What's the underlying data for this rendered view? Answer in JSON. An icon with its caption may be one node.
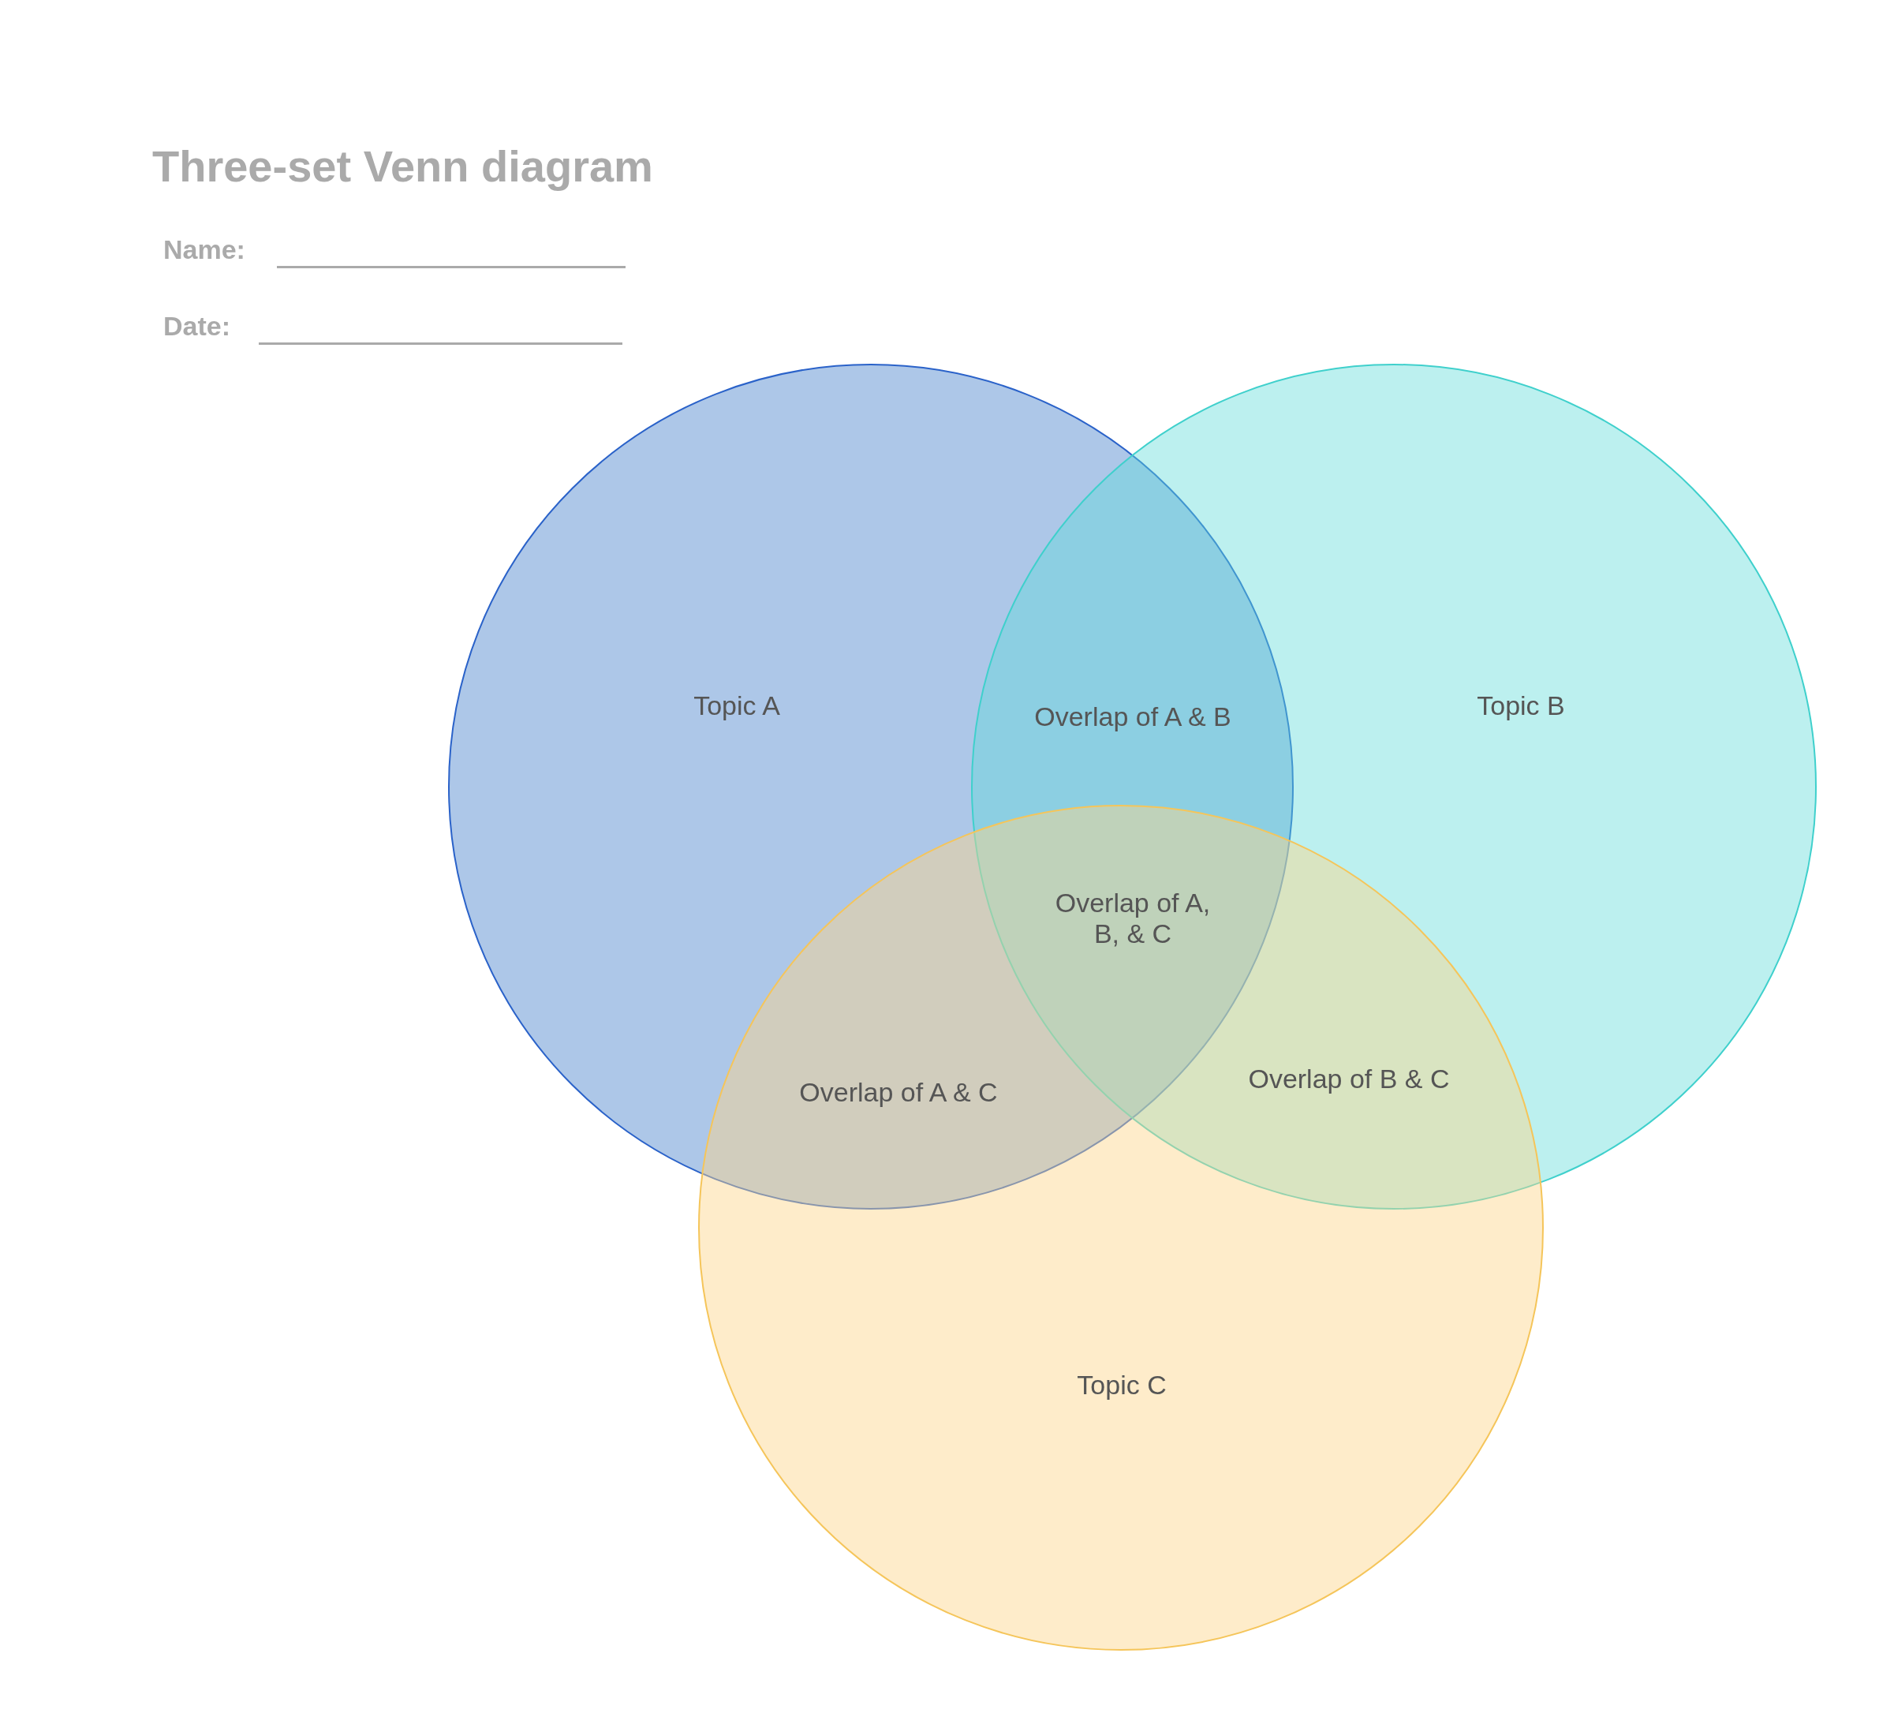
{
  "diagram": {
    "title": "Three-set Venn diagram",
    "nodes": [
      {
        "text": [
          "Topic A"
        ]
      },
      {
        "text": [
          "Topic B"
        ]
      },
      {
        "text": [
          "Topic C"
        ]
      }
    ],
    "labels": [
      "Name:",
      "Date:",
      "Overlap of A & B",
      "Overlap of A, B, & C",
      "Overlap of A & C",
      "Overlap of B & C"
    ]
  }
}
